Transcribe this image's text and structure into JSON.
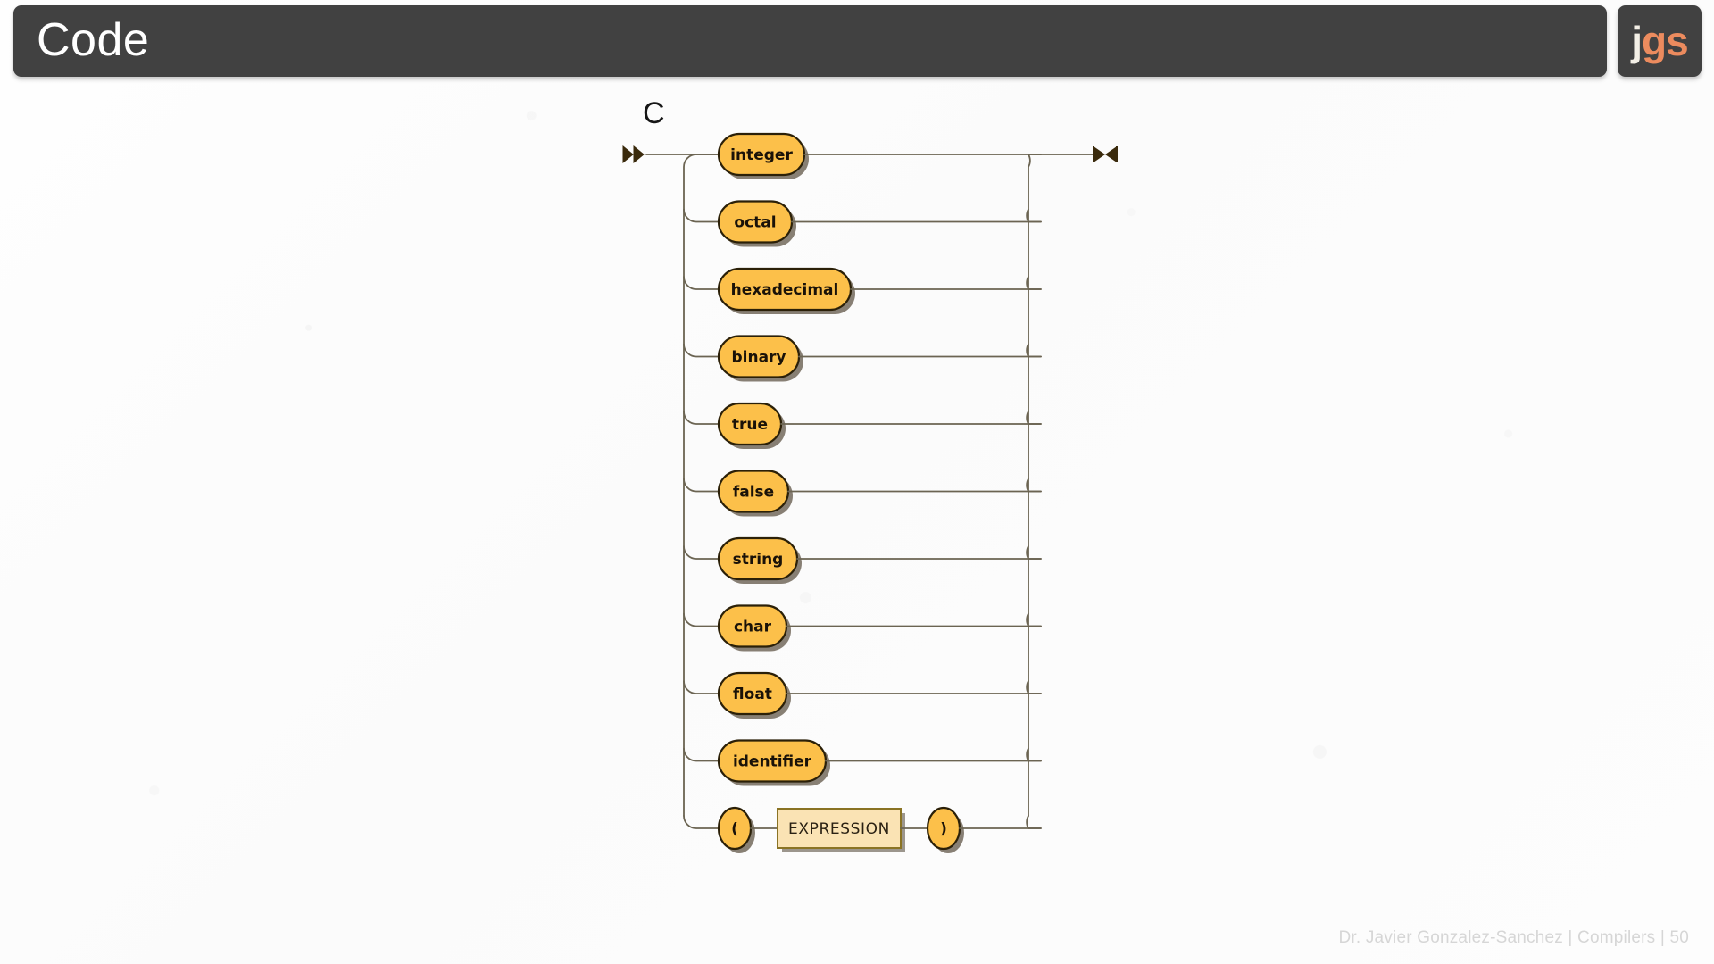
{
  "header": {
    "title": "Code",
    "logo": {
      "part_light": "j",
      "part_accent": "gs",
      "accent_color": "#ec8b5e",
      "bg_color": "#414141"
    }
  },
  "diagram": {
    "rule_label": "C",
    "type": "railroad-syntax-diagram",
    "start_marker": "double-arrow-right",
    "end_marker": "bowtie",
    "line_color": "#6b6452",
    "terminal_fill": "#fcc04a",
    "terminal_border": "#2b2008",
    "nonterminal_fill": "#fae3b4",
    "nonterminal_border": "#8a7324",
    "alternatives": [
      {
        "kind": "terminal",
        "label": "integer",
        "width": 96
      },
      {
        "kind": "terminal",
        "label": "octal",
        "width": 82
      },
      {
        "kind": "terminal",
        "label": "hexadecimal",
        "width": 148
      },
      {
        "kind": "terminal",
        "label": "binary",
        "width": 90
      },
      {
        "kind": "terminal",
        "label": "true",
        "width": 70
      },
      {
        "kind": "terminal",
        "label": "false",
        "width": 78
      },
      {
        "kind": "terminal",
        "label": "string",
        "width": 88
      },
      {
        "kind": "terminal",
        "label": "char",
        "width": 76
      },
      {
        "kind": "terminal",
        "label": "float",
        "width": 76
      },
      {
        "kind": "terminal",
        "label": "identifier",
        "width": 120
      },
      {
        "kind": "group",
        "items": [
          {
            "kind": "terminal",
            "label": "(",
            "width": 36
          },
          {
            "kind": "nonterminal",
            "label": "EXPRESSION",
            "width": 138
          },
          {
            "kind": "terminal",
            "label": ")",
            "width": 36
          }
        ]
      }
    ]
  },
  "footer": {
    "text": "Dr. Javier Gonzalez-Sanchez | Compilers | 50"
  }
}
